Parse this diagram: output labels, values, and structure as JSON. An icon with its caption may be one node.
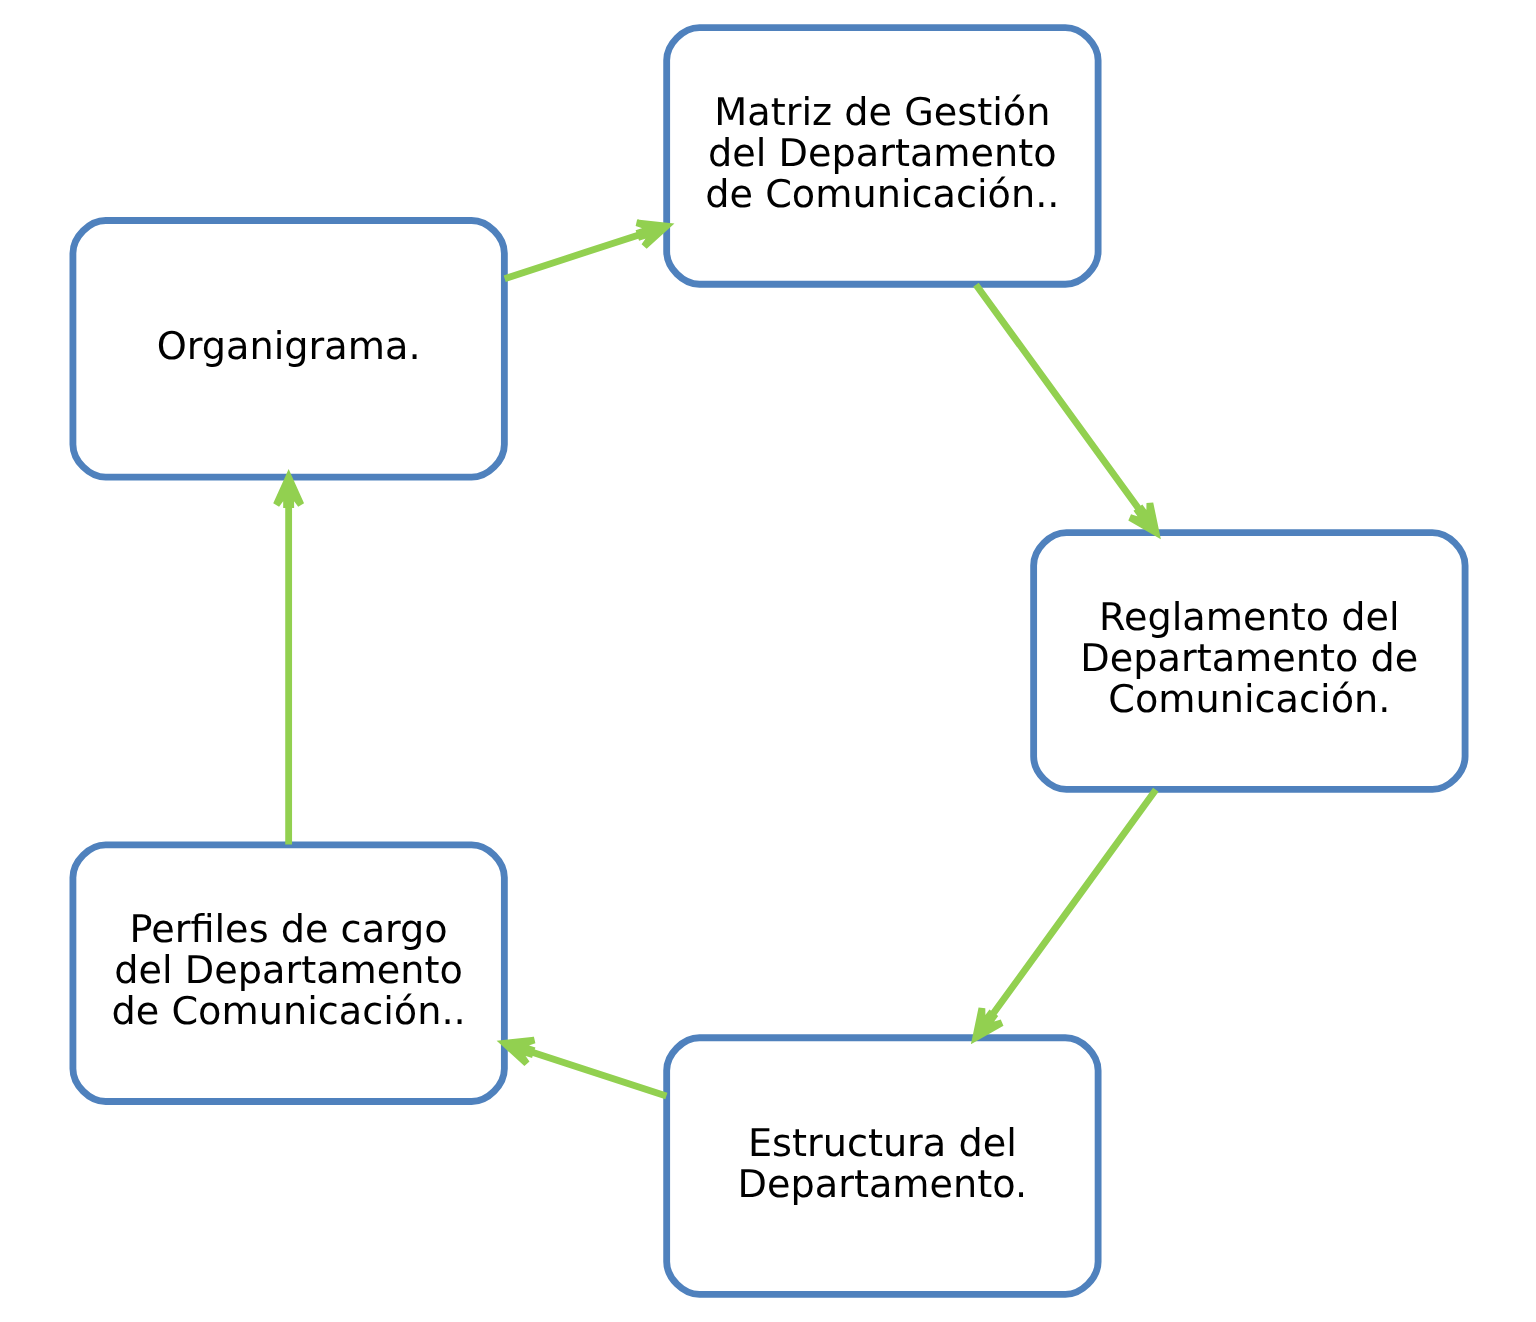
{
  "diagram": {
    "nodes": [
      {
        "text": [
          "Estructura del Departamento."
        ]
      },
      {
        "text": [
          "Perfiles de cargo del Departamento de Comunicación.."
        ]
      },
      {
        "text": [
          "Organigrama."
        ]
      },
      {
        "text": [
          "Matriz de Gestión del Departamento de Comunicación.."
        ]
      },
      {
        "text": [
          "Reglamento del Departamento de Comunicación."
        ]
      }
    ],
    "edges": [
      {
        "from": 0,
        "to": 1,
        "arrow": "to"
      },
      {
        "from": 1,
        "to": 2,
        "arrow": "to"
      },
      {
        "from": 2,
        "to": 3,
        "arrow": "to"
      },
      {
        "from": 3,
        "to": 4,
        "arrow": "to"
      },
      {
        "from": 4,
        "to": 0,
        "arrow": "to"
      }
    ]
  }
}
